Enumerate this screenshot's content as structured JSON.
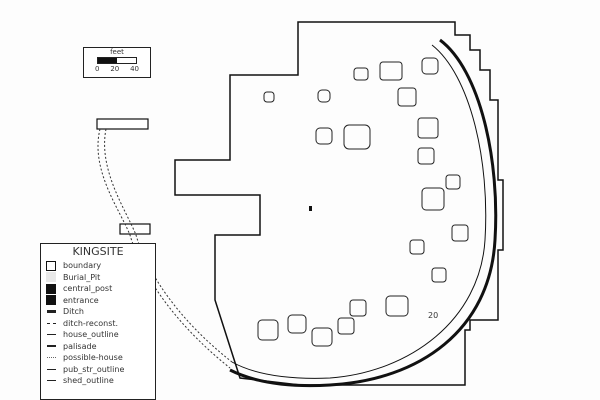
{
  "scale": {
    "unit": "feet",
    "ticks": [
      "0",
      "20",
      "40"
    ]
  },
  "legend": {
    "title": "KINGSITE",
    "items": [
      {
        "label": "boundary",
        "symbol": "box-outline"
      },
      {
        "label": "Burial_Pit",
        "symbol": "box-light"
      },
      {
        "label": "central_post",
        "symbol": "box-black"
      },
      {
        "label": "entrance",
        "symbol": "box-black"
      },
      {
        "label": "Ditch",
        "symbol": "thick-line"
      },
      {
        "label": "ditch-reconst.",
        "symbol": "dashed-line"
      },
      {
        "label": "house_outline",
        "symbol": "line"
      },
      {
        "label": "palisade",
        "symbol": "line"
      },
      {
        "label": "possible-house",
        "symbol": "dotted-line"
      },
      {
        "label": "pub_str_outline",
        "symbol": "line"
      },
      {
        "label": "shed_outline",
        "symbol": "line"
      }
    ]
  },
  "map_labels": {
    "feature_number": "20"
  }
}
